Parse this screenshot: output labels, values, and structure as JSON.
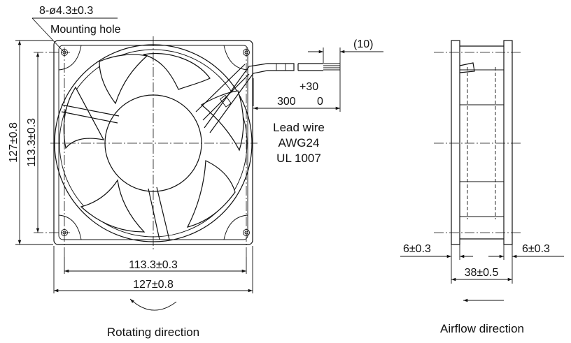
{
  "front_view": {
    "hole_spec": "8-ø4.3±0.3",
    "hole_label": "Mounting hole",
    "hole_pitch_h": "113.3±0.3",
    "frame_width": "127±0.8",
    "frame_height": "127±0.8",
    "hole_pitch_v": "113.3±0.3",
    "rotation_caption": "Rotating direction"
  },
  "lead_wire": {
    "strip_length": "(10)",
    "tolerance_upper": "+30",
    "tolerance_lower": "0",
    "length": "300",
    "line1": "Lead wire",
    "line2": "AWG24",
    "line3": "UL 1007"
  },
  "side_view": {
    "left_flange": "6±0.3",
    "right_flange": "6±0.3",
    "depth": "38±0.5",
    "airflow_caption": "Airflow direction"
  },
  "colors": {
    "line": "#111111",
    "background": "#ffffff"
  }
}
